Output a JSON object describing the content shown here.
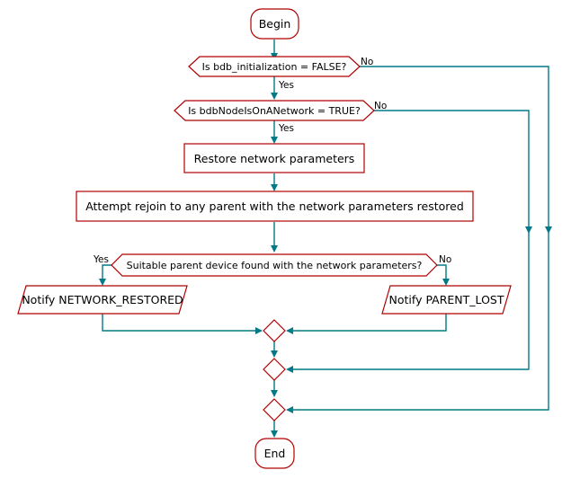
{
  "nodes": {
    "begin": "Begin",
    "decision_init": "Is bdb_initialization = FALSE?",
    "decision_on_network": "Is bdbNodeIsOnANetwork = TRUE?",
    "restore": "Restore network parameters",
    "rejoin": "Attempt rejoin to any parent with the network parameters restored",
    "decision_parent": "Suitable parent device found with the network parameters?",
    "notify_restored": "Notify NETWORK_RESTORED",
    "notify_lost": "Notify PARENT_LOST",
    "end": "End"
  },
  "edge_labels": {
    "yes": "Yes",
    "no": "No"
  },
  "colors": {
    "node_border": "#b00000",
    "edge": "#007a87",
    "background": "#ffffff"
  }
}
